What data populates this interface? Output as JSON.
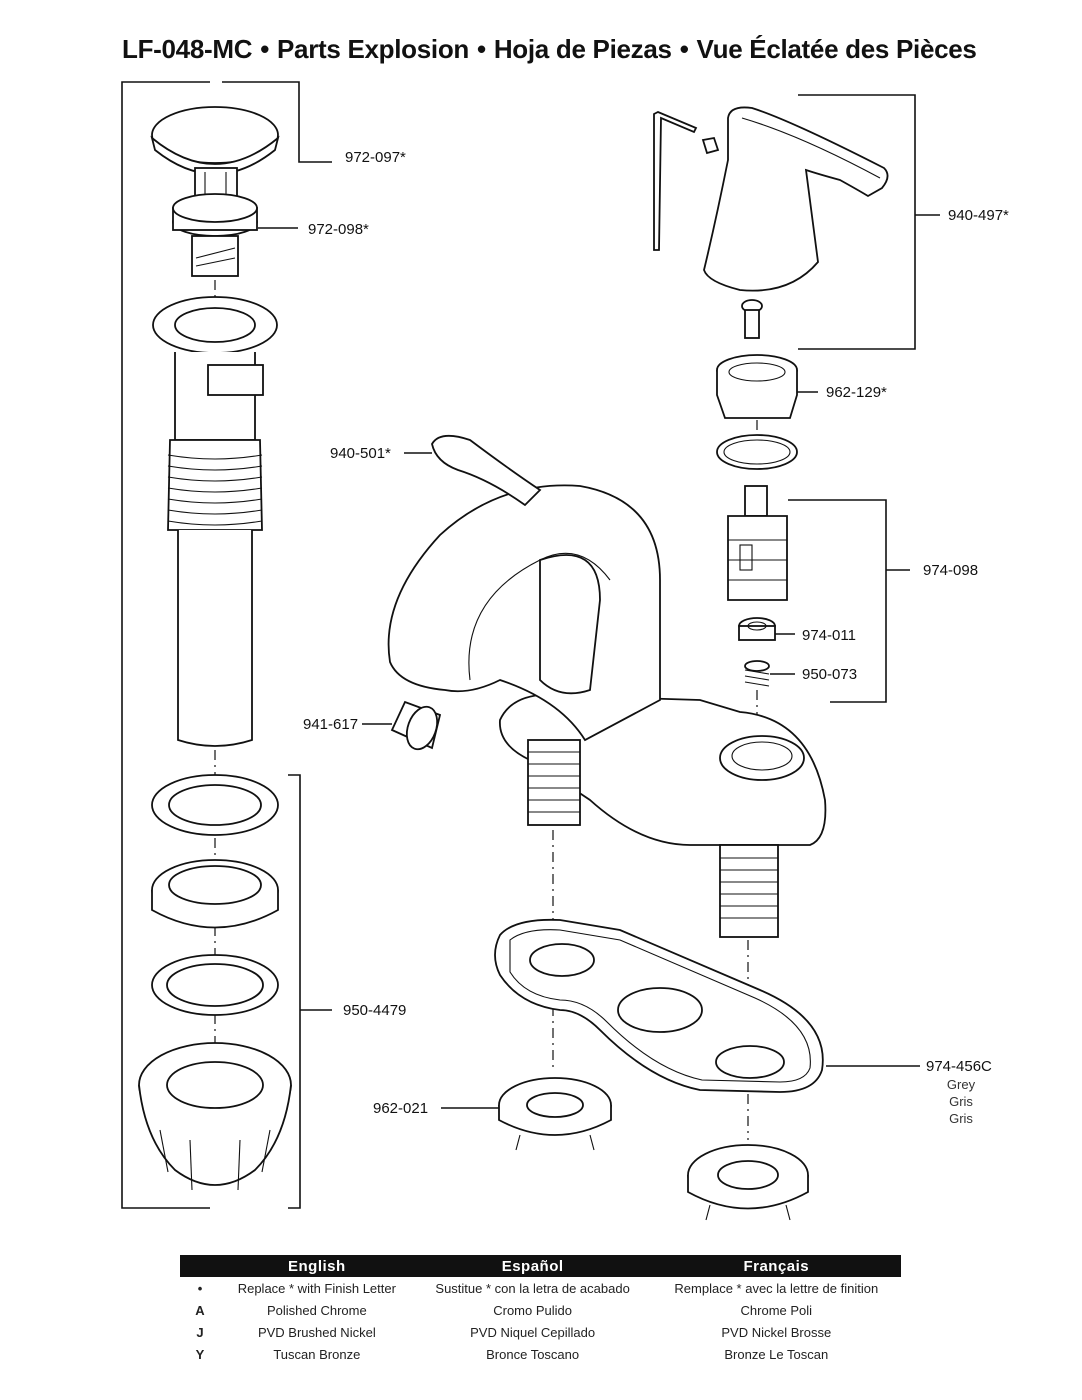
{
  "title": {
    "model": "LF-048-MC",
    "english": "Parts Explosion",
    "spanish": "Hoja de Piezas",
    "french": "Vue Éclatée des Pièces",
    "separator": "•"
  },
  "parts": [
    {
      "id": "p1",
      "label": "972-097*"
    },
    {
      "id": "p2",
      "label": "972-098*"
    },
    {
      "id": "p3",
      "label": "940-497*"
    },
    {
      "id": "p4",
      "label": "962-129*"
    },
    {
      "id": "p5",
      "label": "940-501*"
    },
    {
      "id": "p6",
      "label": "974-098"
    },
    {
      "id": "p7",
      "label": "974-011"
    },
    {
      "id": "p8",
      "label": "950-073"
    },
    {
      "id": "p9",
      "label": "941-617"
    },
    {
      "id": "p10",
      "label": "950-4479"
    },
    {
      "id": "p11",
      "label": "974-456C",
      "notes": [
        "Grey",
        "Gris",
        "Gris"
      ]
    },
    {
      "id": "p12",
      "label": "962-021"
    }
  ],
  "legend": {
    "headers": [
      "English",
      "Español",
      "Français"
    ],
    "rows": [
      {
        "key": "•",
        "english": "Replace * with Finish Letter",
        "spanish": "Sustitue * con la letra de acabado",
        "french": "Remplace * avec la lettre de finition"
      },
      {
        "key": "A",
        "english": "Polished Chrome",
        "spanish": "Cromo Pulido",
        "french": "Chrome Poli"
      },
      {
        "key": "J",
        "english": "PVD Brushed Nickel",
        "spanish": "PVD Niquel Cepillado",
        "french": "PVD Nickel Brosse"
      },
      {
        "key": "Y",
        "english": "Tuscan Bronze",
        "spanish": "Bronce Toscano",
        "french": "Bronze Le Toscan"
      }
    ]
  }
}
